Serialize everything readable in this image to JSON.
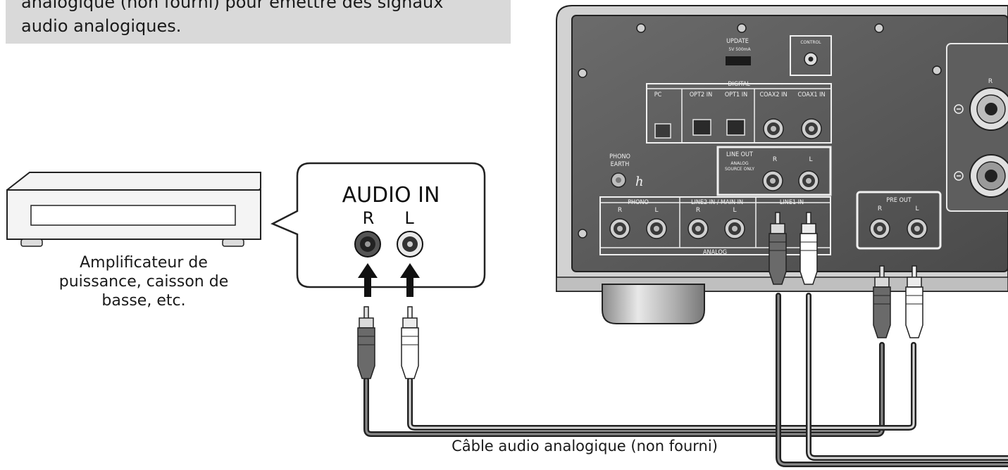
{
  "note": {
    "line1": "analogique (non fourni) pour émettre des signaux",
    "line2": "audio analogiques."
  },
  "amplifier": {
    "caption_line1": "Amplificateur de",
    "caption_line2": "puissance, caisson de",
    "caption_line3": "basse, etc."
  },
  "callout": {
    "title": "AUDIO IN",
    "right": "R",
    "left": "L"
  },
  "cable": {
    "caption": "Câble audio analogique (non fourni)"
  },
  "rear_panel": {
    "update_label": "UPDATE",
    "update_spec": "5V  500mA",
    "control_label": "CONTROL",
    "digital_label": "DIGITAL",
    "pc_label": "PC",
    "opt2_label": "OPT2 IN",
    "opt1_label": "OPT1 IN",
    "coax2_label": "COAX2 IN",
    "coax1_label": "COAX1 IN",
    "phono_earth_line1": "PHONO",
    "phono_earth_line2": "EARTH",
    "line_out_label": "LINE OUT",
    "line_out_sub1": "ANALOG",
    "line_out_sub2": "SOURCE ONLY",
    "phono_label": "PHONO",
    "line2_label": "LINE2 IN / MAIN IN",
    "line1_label": "LINE1 IN",
    "analog_label": "ANALOG",
    "pre_out_label": "PRE OUT",
    "r_mark": "R",
    "l_mark": "L"
  }
}
